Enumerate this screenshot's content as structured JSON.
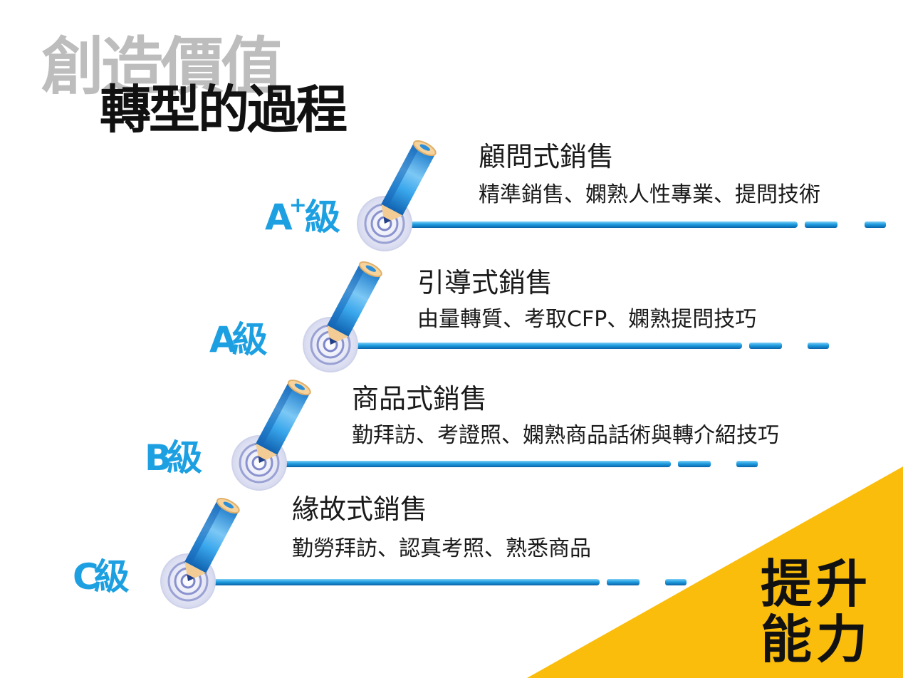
{
  "heading": {
    "background_title": "創造價值",
    "main_title": "轉型的過程"
  },
  "levels": [
    {
      "label": "A",
      "sup": "+",
      "suffix": "級",
      "title": "顧問式銷售",
      "desc": "精準銷售、嫻熟人性專業、提問技術"
    },
    {
      "label": "A",
      "sup": "",
      "suffix": "級",
      "title": "引導式銷售",
      "desc": "由量轉質、考取CFP、嫻熟提問技巧"
    },
    {
      "label": "B",
      "sup": "",
      "suffix": "級",
      "title": "商品式銷售",
      "desc": "勤拜訪、考證照、嫻熟商品話術與轉介紹技巧"
    },
    {
      "label": "C",
      "sup": "",
      "suffix": "級",
      "title": "緣故式銷售",
      "desc": "勤勞拜訪、認真考照、熟悉商品"
    }
  ],
  "corner": {
    "line1": "提升",
    "line2": "能力"
  },
  "colors": {
    "accent_blue": "#1da0e2",
    "corner_yellow": "#fbbd0c",
    "pencil_blue": "#2a8fd8",
    "pencil_wood": "#f2cc94",
    "background_title": "#bdbdbd"
  }
}
